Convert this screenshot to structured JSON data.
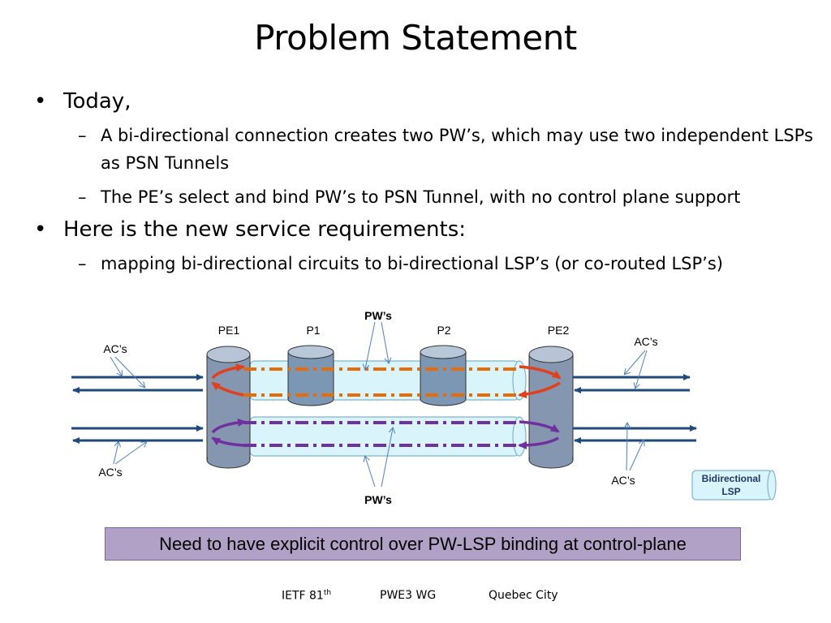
{
  "title": "Problem Statement",
  "bullets": [
    {
      "text": "Today,",
      "subs": [
        "A bi-directional connection creates two PW’s, which may use two independent LSPs as PSN Tunnels",
        "The PE’s select and bind PW’s to PSN Tunnel, with no control plane support"
      ]
    },
    {
      "text": "Here is the new service requirements:",
      "subs": [
        "mapping bi-directional circuits to bi-directional LSP’s (or co-routed LSP’s)"
      ]
    }
  ],
  "diagram": {
    "node_labels": {
      "pe1": "PE1",
      "p1": "P1",
      "p2": "P2",
      "pe2": "PE2"
    },
    "pw_label_top": "PW’s",
    "pw_label_bottom": "PW’s",
    "ac_labels": {
      "top_left": "AC’s",
      "top_right": "AC’s",
      "bottom_left": "AC’s",
      "bottom_right": "AC’s"
    },
    "legend": {
      "line1": "Bidirectional",
      "line2": "LSP"
    },
    "colors": {
      "node_fill": "#8496b0",
      "tunnel_fill": "#d9f4fb",
      "tunnel_stroke": "#7fb4c9",
      "ac_arrow": "#1f497d",
      "pw_orange": "#e46c0a",
      "pw_orange_dark": "#9c5a2c",
      "pw_purple": "#7030a0",
      "pw_red": "#e0401a"
    }
  },
  "callout": "Need to have explicit control over PW-LSP binding at control-plane",
  "footer": {
    "meeting": "IETF 81",
    "meeting_sup": "th",
    "group": "PWE3 WG",
    "location": "Quebec City"
  }
}
